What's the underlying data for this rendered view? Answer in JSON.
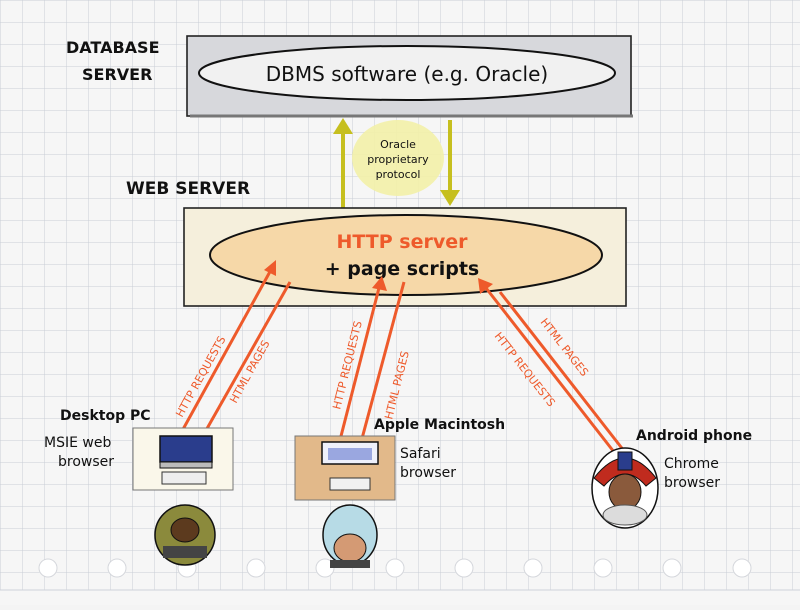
{
  "colors": {
    "paper": "#f4f4f4",
    "grid": "#c9ced6",
    "db_box": "#d7d8dc",
    "web_box": "#f5efdc",
    "http_ellipse": "#f6d8a8",
    "http_accent": "#ee5a2b",
    "arrow_req": "#ee5a2b",
    "arrow_oracle": "#c6bf1f",
    "oracle_bubble": "#f3f1a8"
  },
  "icons": {
    "desktop_user": "person-at-desktop-icon",
    "mac_user": "person-at-mac-icon",
    "phone_user": "person-with-phone-icon"
  },
  "database": {
    "label_line1": "DATABASE",
    "label_line2": "SERVER",
    "software": "DBMS software (e.g. Oracle)"
  },
  "protocol": {
    "line1": "Oracle",
    "line2": "proprietary",
    "line3": "protocol"
  },
  "web": {
    "label": "WEB SERVER",
    "http_label": "HTTP server",
    "scripts_label": "+ page scripts"
  },
  "arrows": {
    "requests": "HTTP REQUESTS",
    "pages": "HTML PAGES"
  },
  "clients": {
    "desktop": {
      "title": "Desktop PC",
      "line1": "MSIE web",
      "line2": "browser"
    },
    "mac": {
      "title": "Apple Macintosh",
      "line1": "Safari",
      "line2": "browser"
    },
    "phone": {
      "title": "Android phone",
      "line1": "Chrome",
      "line2": "browser"
    }
  }
}
